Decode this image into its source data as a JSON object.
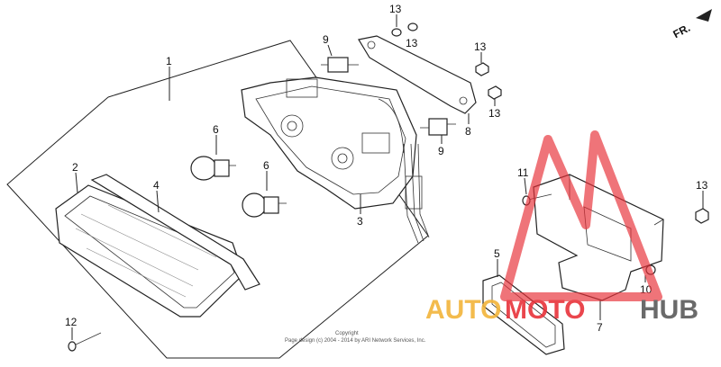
{
  "direction_marker": "FR.",
  "callouts": {
    "c1": "1",
    "c2": "2",
    "c3": "3",
    "c4": "4",
    "c5": "5",
    "c6a": "6",
    "c6b": "6",
    "c7": "7",
    "c8": "8",
    "c9a": "9",
    "c9b": "9",
    "c10": "10",
    "c11": "11",
    "c12": "12",
    "c13a": "13",
    "c13b": "13",
    "c13c": "13",
    "c13d": "13",
    "c13e": "13"
  },
  "copyright": {
    "line1": "Copyright",
    "line2": "Page design (c) 2004 - 2014 by ARI Network Services, Inc."
  },
  "watermark": {
    "text_a": "AUTO",
    "text_b": "MOTO",
    "text_c": "HUB",
    "color_orange": "#f2b43a",
    "color_red": "#e8323a",
    "color_gray": "#5a5a5a"
  }
}
